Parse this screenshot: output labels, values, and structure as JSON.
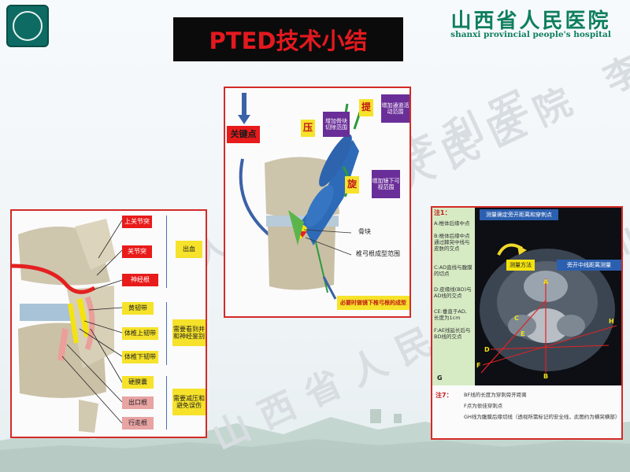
{
  "header": {
    "title": "PTED技术小结",
    "hospital_cn": "山西省人民医院",
    "hospital_en": "shanxi provincial people's hospital",
    "watermark": "山西省人民医院 李利军"
  },
  "left_panel": {
    "labels": [
      "上关节突",
      "关节突",
      "神经根",
      "黄韧带",
      "体椎上韧带",
      "体椎下韧带",
      "硬膜囊",
      "出口根",
      "行走根"
    ],
    "groups": [
      "出血",
      "需要看到并和神经鉴别",
      "需要减压和避免误伤"
    ]
  },
  "center_panel": {
    "key_point": "关键点",
    "press": "压",
    "press_note": "增加骨块切除范围",
    "lift": "提",
    "lift_note": "增加通道活动范围",
    "rotate": "旋",
    "rotate_note": "增加镜下可视范围",
    "bone_label": "骨块",
    "arch_label": "椎弓根成型范围",
    "bottom_note": "必要时做镜下椎弓根的成型"
  },
  "right_panel": {
    "mri_title": "测量确定旁开距离和穿刺点",
    "mri_method": "测量方法",
    "mri_measure": "旁开中线距离测量",
    "note_heading": "注1：",
    "notes": [
      "A:椎体后缘中点",
      "B:椎体后缘中点通过棘突中线与皮肤的交点",
      "C:AD直线与腹膜的切点",
      "D:皮缘线(BD)与AD线的交点",
      "CE:垂直于AD, 长度为1cm",
      "F:AE线延长后与BD线的交点"
    ],
    "footer_heading": "注7：",
    "footer_notes": [
      "BF线的长度为穿刺旁开距离",
      "F点为很佳穿刺点",
      "GH线为腹膜后缘切线（透视所需标记的安全线，此图约为横突横部）"
    ],
    "point_labels": [
      "A",
      "B",
      "C",
      "D",
      "E",
      "F",
      "G",
      "H"
    ],
    "icon_name": "ruler-icon"
  },
  "colors": {
    "panel_border": "#d42a27",
    "title_bg": "#0b0b0b",
    "title_text": "#e3191f",
    "hospital_green": "#0f7f5c"
  }
}
